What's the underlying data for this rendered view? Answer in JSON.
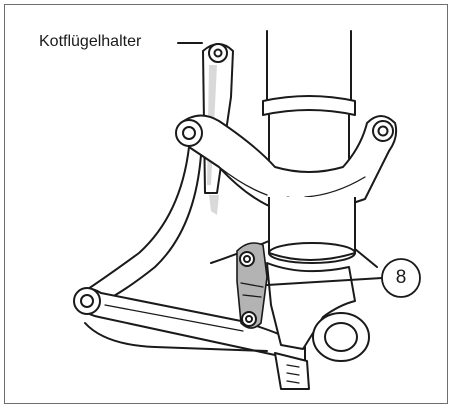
{
  "labels": {
    "fender_holder": "Kotflügelhalter"
  },
  "callouts": [
    {
      "number": "8",
      "refers_to": "brake-caliper-bracket"
    }
  ],
  "colors": {
    "line": "#1a1a1a",
    "frame": "#6f6f6f",
    "highlight": "#b3b3b3",
    "shade": "#d9d9d9",
    "background": "#ffffff"
  },
  "icons": {
    "fork_lower": "suspension-fork-illustration",
    "highlighted_part": "caliper-mount-bracket"
  }
}
